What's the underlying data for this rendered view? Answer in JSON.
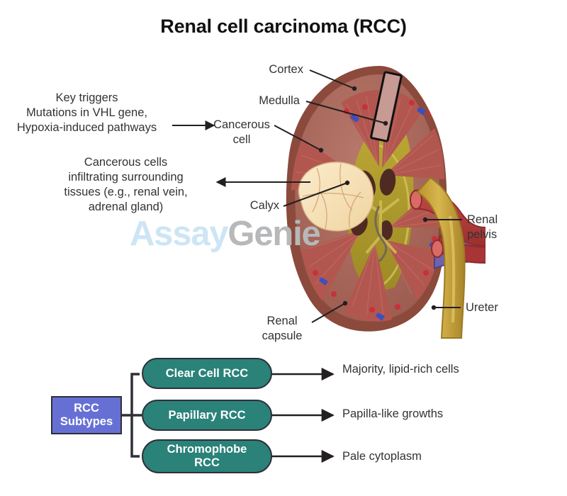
{
  "title": "Renal cell carcinoma (RCC)",
  "watermark": {
    "part1": "Assay",
    "part2": "Genie"
  },
  "annotations": {
    "key_triggers": "Key triggers\nMutations in VHL gene,\nHypoxia-induced pathways",
    "infiltrating": "Cancerous cells\ninfiltrating surrounding\ntissues (e.g., renal vein,\nadrenal gland)"
  },
  "kidney_labels": {
    "cortex": "Cortex",
    "medulla": "Medulla",
    "cancerous_cell": "Cancerous\ncell",
    "calyx": "Calyx",
    "renal_pelvis": "Renal\npelvis",
    "ureter": "Ureter",
    "renal_capsule": "Renal\ncapsule"
  },
  "subtypes": {
    "group_label": "RCC\nSubtypes",
    "items": [
      {
        "name": "Clear Cell RCC",
        "description": "Majority, lipid-rich cells"
      },
      {
        "name": "Papillary RCC",
        "description": "Papilla-like growths"
      },
      {
        "name": "Chromophobe\nRCC",
        "description": "Pale cytoplasm"
      }
    ]
  },
  "colors": {
    "teal_pill": "#2a8279",
    "purple_box": "#6670d4",
    "outline": "#2f2f38",
    "cortex": "#a9685c",
    "capsule": "#8b4a3c",
    "medulla": "#b2574f",
    "sinus": "#b09b2e",
    "tumor": "#f6dfb4",
    "artery": "#b53a3a",
    "vein": "#6d63b0",
    "ureter": "#c7a43a",
    "watermark_blue": "#cde5f5",
    "watermark_gray": "#b6b8ba"
  }
}
